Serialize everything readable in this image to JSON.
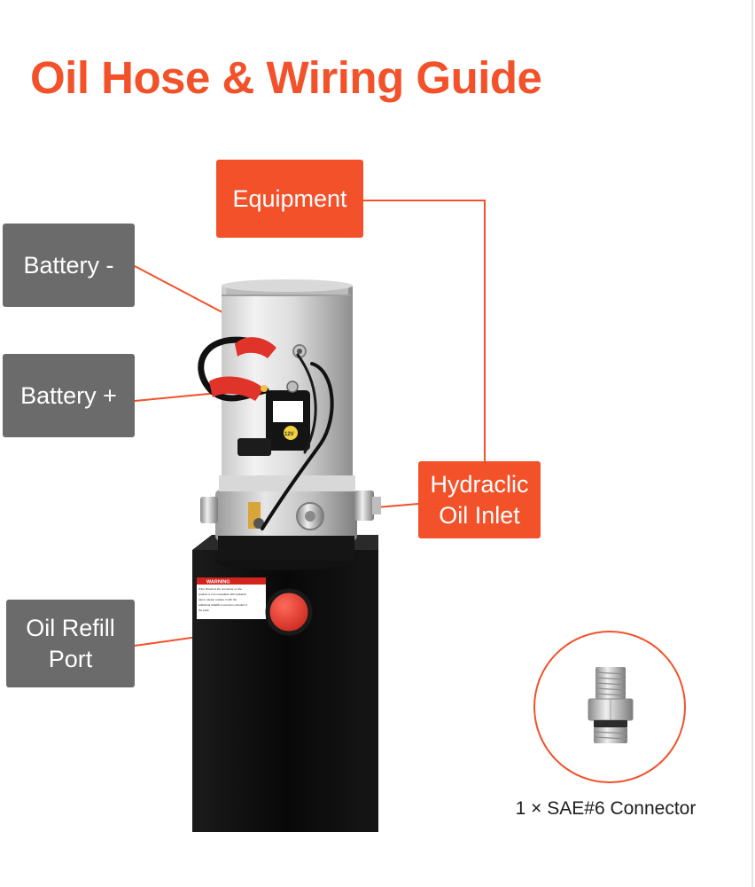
{
  "title": "Oil Hose & Wiring Guide",
  "callouts": {
    "equipment": "Equipment",
    "battery_negative": "Battery -",
    "battery_positive": "Battery +",
    "hydraulic_inlet_line1": "Hydraclic",
    "hydraulic_inlet_line2": "Oil Inlet",
    "oil_refill_line1": "Oil Refill",
    "oil_refill_line2": "Port"
  },
  "connector": {
    "caption": "1 × SAE#6 Connector"
  },
  "unit": {
    "solenoid_voltage": "12V",
    "warning_label": "WARNING",
    "warning_text_lines": [
      "If the thread of the connector on the",
      "product is not compatible with hydraulic",
      "pipes, please replace it with the",
      "additional SAE#6 connectors included in",
      "the pack."
    ]
  },
  "colors": {
    "accent": "#f2512a",
    "label_grey": "#6b6b6b"
  }
}
